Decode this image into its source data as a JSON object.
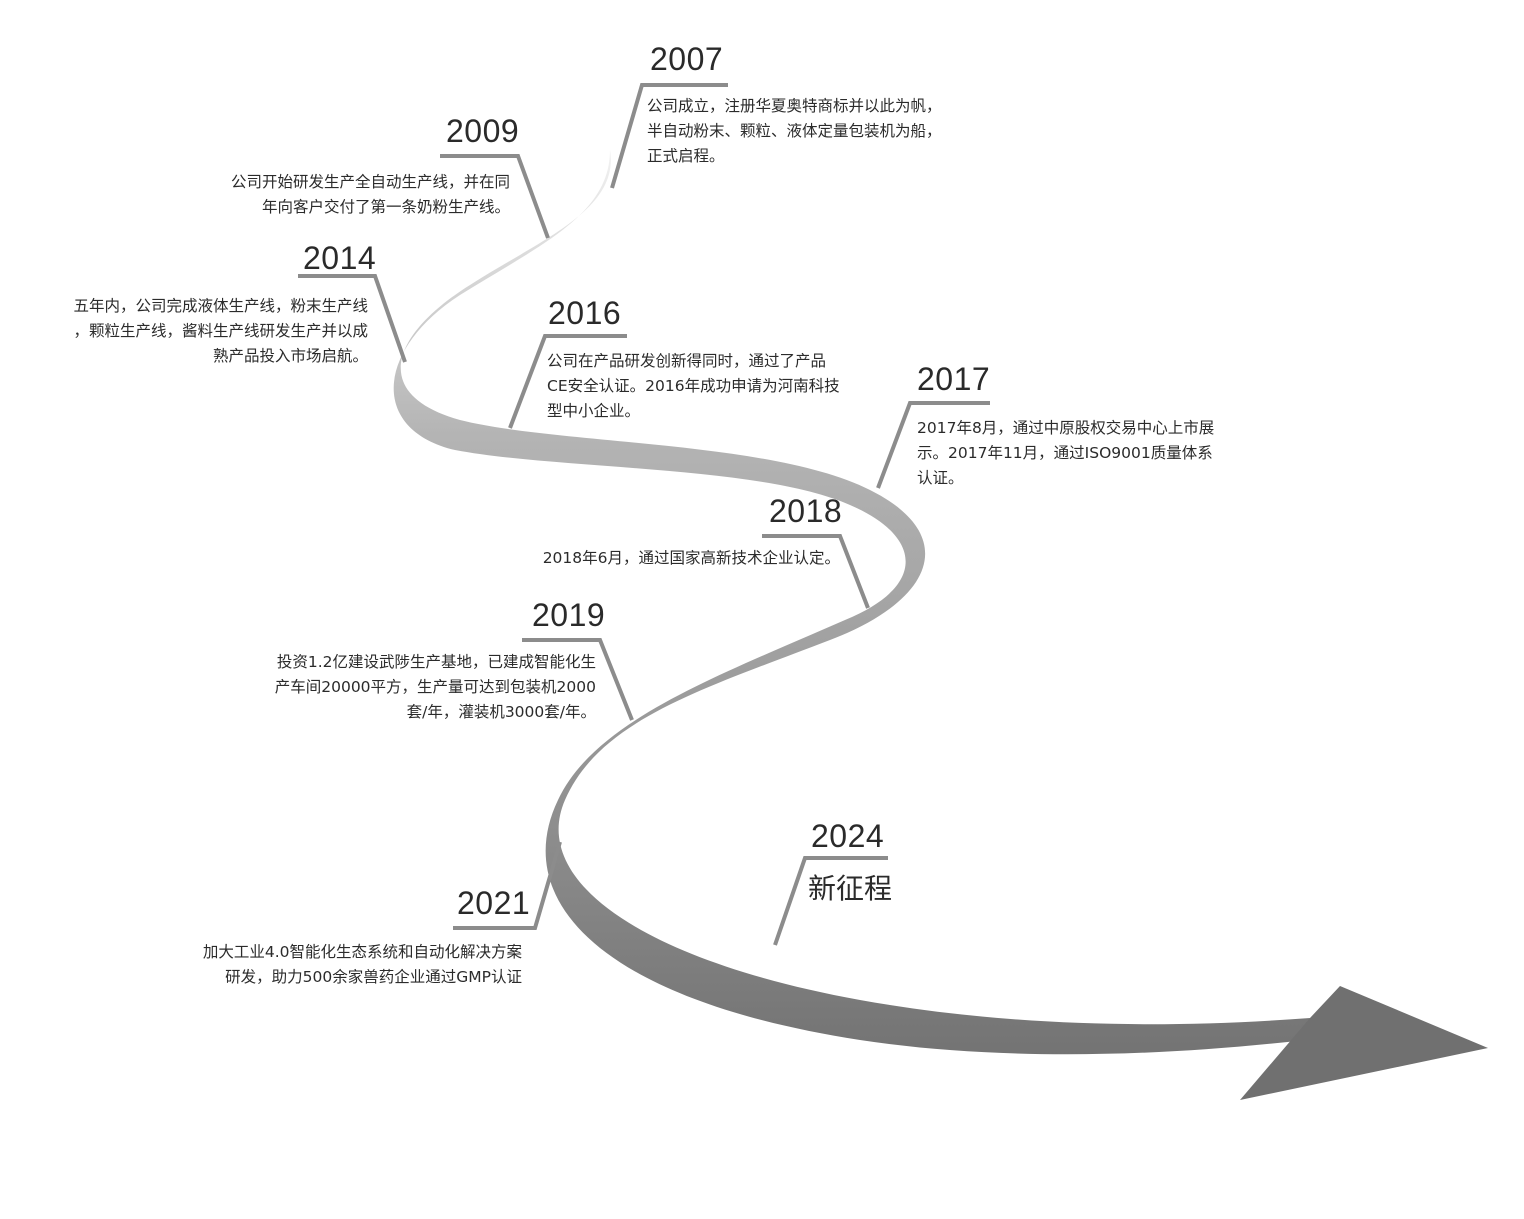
{
  "milestones": [
    {
      "year": "2007",
      "lines": [
        "公司成立，注册华夏奥特商标并以此为帆，",
        "半自动粉末、颗粒、液体定量包装机为船，",
        "正式启程。"
      ]
    },
    {
      "year": "2009",
      "lines": [
        "公司开始研发生产全自动生产线，并在同",
        "年向客户交付了第一条奶粉生产线。"
      ]
    },
    {
      "year": "2014",
      "lines": [
        "五年内，公司完成液体生产线，粉末生产线",
        "，颗粒生产线，酱料生产线研发生产并以成",
        "熟产品投入市场启航。"
      ]
    },
    {
      "year": "2016",
      "lines": [
        "公司在产品研发创新得同时，通过了产品",
        "CE安全认证。2016年成功申请为河南科技",
        "型中小企业。"
      ]
    },
    {
      "year": "2017",
      "lines": [
        "2017年8月，通过中原股权交易中心上市展",
        "示。2017年11月，通过ISO9001质量体系",
        "认证。"
      ]
    },
    {
      "year": "2018",
      "lines": [
        "2018年6月，通过国家高新技术企业认定。"
      ]
    },
    {
      "year": "2019",
      "lines": [
        "投资1.2亿建设武陟生产基地，已建成智能化生",
        "产车间20000平方，生产量可达到包装机2000",
        "套/年，灌装机3000套/年。"
      ]
    },
    {
      "year": "2021",
      "lines": [
        "加大工业4.0智能化生态系统和自动化解决方案",
        "研发，助力500余家兽药企业通过GMP认证"
      ]
    },
    {
      "year": "2024",
      "lines": [
        "新征程"
      ]
    }
  ],
  "colors": {
    "path_light": "#e0e0e0",
    "path_mid": "#a8a8a8",
    "path_dark": "#767676",
    "arrow": "#6e6e6e",
    "leader": "#8c8c8c"
  }
}
